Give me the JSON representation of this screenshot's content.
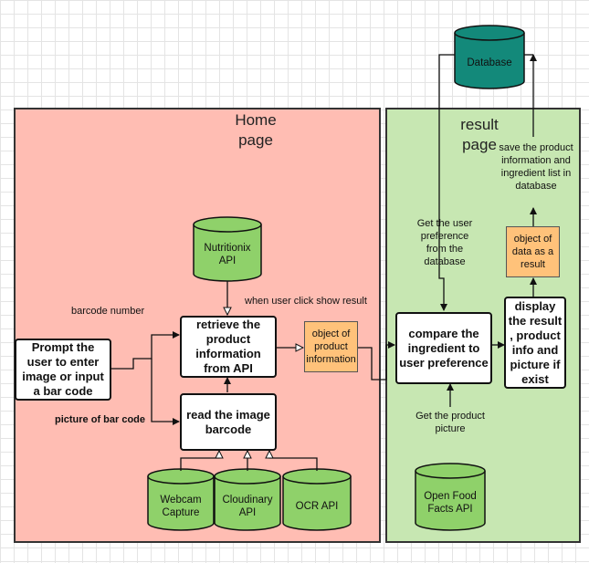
{
  "regions": {
    "home_title": "Home\npage",
    "result_title": "result\npage"
  },
  "boxes": {
    "prompt": "Prompt the user to enter image or input a bar code",
    "retrieve": "retrieve the product information from API",
    "read": "read the image barcode",
    "compare": "compare the ingredient to user preference",
    "display": "display the result , product info and picture if exist"
  },
  "objects": {
    "product_info": "object of product information",
    "result_obj": "object of data as a result"
  },
  "databases": {
    "database": "Database",
    "nutritionix": "Nutritionix API",
    "webcam": "Webcam Capture",
    "cloudinary": "Cloudinary API",
    "ocr": "OCR API",
    "openfood": "Open Food Facts API"
  },
  "labels": {
    "barcode_number": "barcode number",
    "picture_of_bar_code": "picture of bar code",
    "when_click": "when user click show result",
    "get_pref": "Get the user preference from the database",
    "save": "save the product information and ingredient list in database",
    "get_picture": "Get the product picture"
  },
  "colors": {
    "home_bg": "#ffbdb3",
    "result_bg": "#c7e7b2",
    "db_green": "#8fd16a",
    "db_teal": "#13897a",
    "object_orange": "#ffc27a"
  }
}
